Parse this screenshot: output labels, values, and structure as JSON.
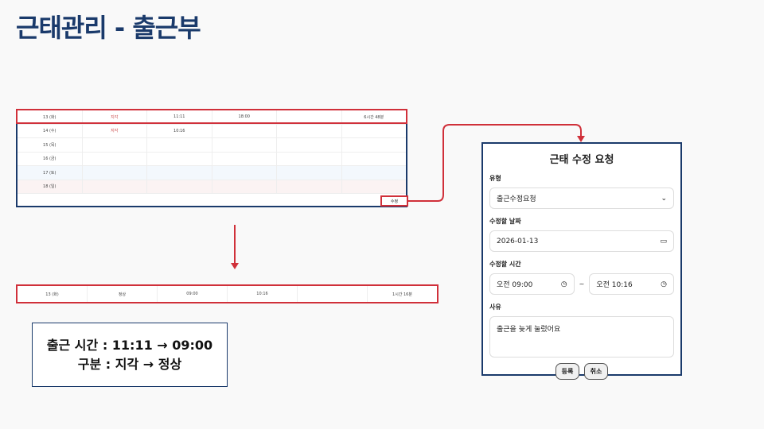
{
  "title": "근태관리 - 출근부",
  "table": {
    "rows": [
      {
        "day": "13 (화)",
        "status": "지각",
        "in": "11:11",
        "out": "18:00",
        "note": "",
        "total": "6시간 48분",
        "type": ""
      },
      {
        "day": "14 (수)",
        "status": "지각",
        "in": "10:16",
        "out": "",
        "note": "",
        "total": "",
        "type": ""
      },
      {
        "day": "15 (목)",
        "status": "",
        "in": "",
        "out": "",
        "note": "",
        "total": "",
        "type": ""
      },
      {
        "day": "16 (금)",
        "status": "",
        "in": "",
        "out": "",
        "note": "",
        "total": "",
        "type": ""
      },
      {
        "day": "17 (토)",
        "status": "",
        "in": "",
        "out": "",
        "note": "",
        "total": "",
        "type": "sat"
      },
      {
        "day": "18 (일)",
        "status": "",
        "in": "",
        "out": "",
        "note": "",
        "total": "",
        "type": "sun"
      }
    ],
    "edit_label": "수정"
  },
  "result_row": {
    "day": "13 (화)",
    "status": "정상",
    "in": "09:00",
    "out": "10:16",
    "note": "",
    "total": "1시간 16분"
  },
  "note": {
    "line1": "출근 시간 : 11:11 → 09:00",
    "line2": "구분 : 지각 → 정상"
  },
  "modal": {
    "title": "근태 수정 요청",
    "type_label": "유형",
    "type_value": "출근수정요청",
    "date_label": "수정할 날짜",
    "date_value": "2026-01-13",
    "time_label": "수정할 시간",
    "time_from": "오전 09:00",
    "time_sep": "~",
    "time_to": "오전 10:16",
    "reason_label": "사유",
    "reason_value": "출근을 늦게 눌렀어요",
    "submit": "등록",
    "cancel": "취소"
  },
  "colors": {
    "navy": "#1a3a6b",
    "red": "#d0303a"
  }
}
